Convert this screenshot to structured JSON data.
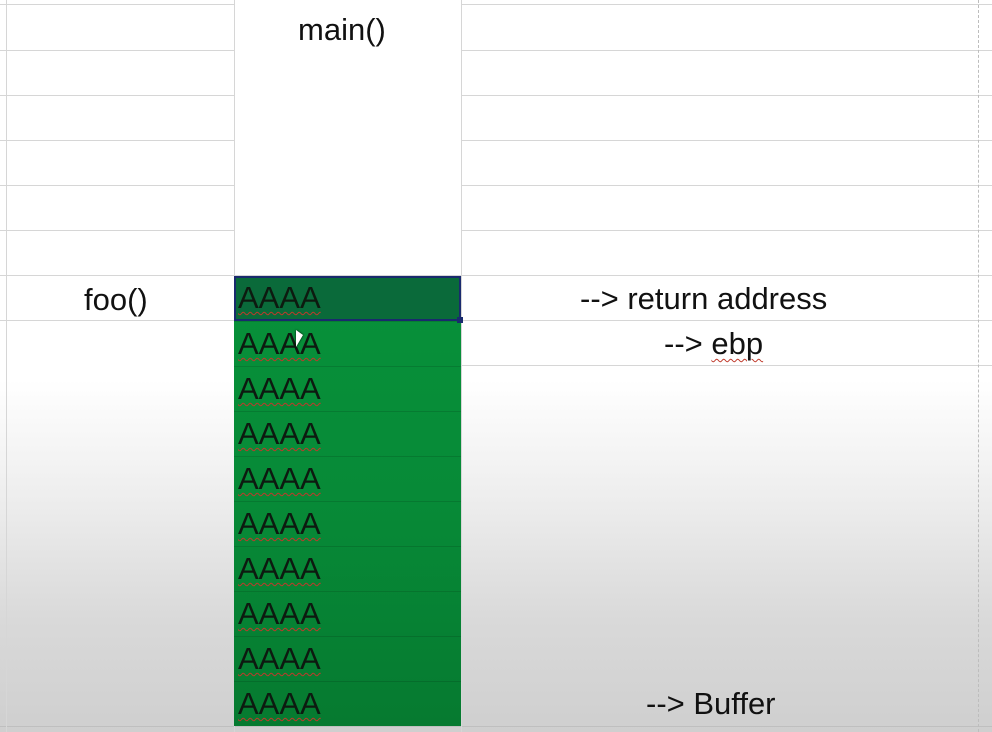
{
  "sheet": {
    "main_label": "main()",
    "foo_label": "foo()",
    "annotations": {
      "return_address": "--> return address",
      "ebp_arrow": "--> ",
      "ebp_word": "ebp",
      "buffer": "--> Buffer"
    },
    "stack_cells": [
      "AAAA",
      "AAAA",
      "AAAA",
      "AAAA",
      "AAAA",
      "AAAA",
      "AAAA",
      "AAAA",
      "AAAA",
      "AAAA"
    ],
    "colors": {
      "stack_fill": "#07913a",
      "selected_fill": "#0a6a3a",
      "selection_border": "#1a2a6e"
    }
  }
}
